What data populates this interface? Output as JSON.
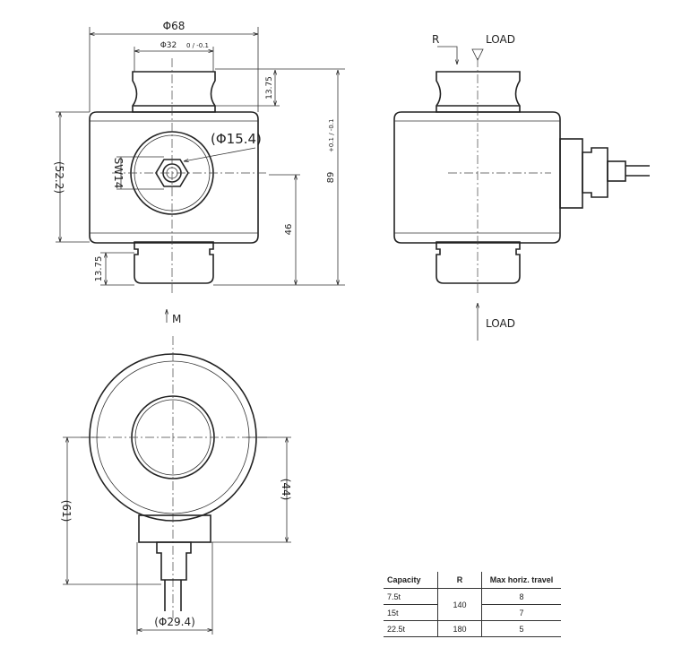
{
  "front_view": {
    "dim_outer_diameter": "Φ68",
    "dim_top_diameter": "Φ32",
    "dim_top_diameter_tol": "0 / -0.1",
    "dim_top_height": "13.75",
    "dim_total_height": "89",
    "dim_total_height_tol": "+0.1 / -0.1",
    "dim_center_height": "46",
    "dim_body_height": "(52.2)",
    "dim_bottom_height": "13.75",
    "dim_bore": "(Φ15.4)",
    "dim_wrench": "SW14"
  },
  "side_view": {
    "radius_label": "R",
    "load_top_label": "LOAD",
    "load_bottom_label": "LOAD"
  },
  "bottom_view": {
    "mark_label": "M",
    "dim_left": "(61)",
    "dim_right": "(44)",
    "dim_gland": "(Φ29.4)"
  },
  "table": {
    "headers": [
      "Capacity",
      "R",
      "Max horiz. travel"
    ],
    "rows": [
      {
        "capacity": "7.5t",
        "r": "140",
        "travel": "8"
      },
      {
        "capacity": "15t",
        "r": "",
        "travel": "7"
      },
      {
        "capacity": "22.5t",
        "r": "180",
        "travel": "5"
      }
    ]
  }
}
